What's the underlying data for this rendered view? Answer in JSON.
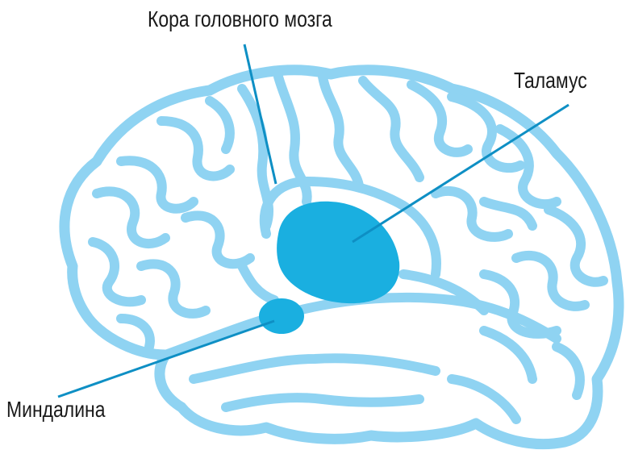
{
  "labels": {
    "cortex": "Кора головного мозга",
    "thalamus": "Таламус",
    "amygdala": "Миндалина"
  },
  "colors": {
    "outline": "#8fd3f2",
    "structure": "#1aafe0",
    "leader": "#0e8fc4",
    "text": "#1a1a1a"
  }
}
